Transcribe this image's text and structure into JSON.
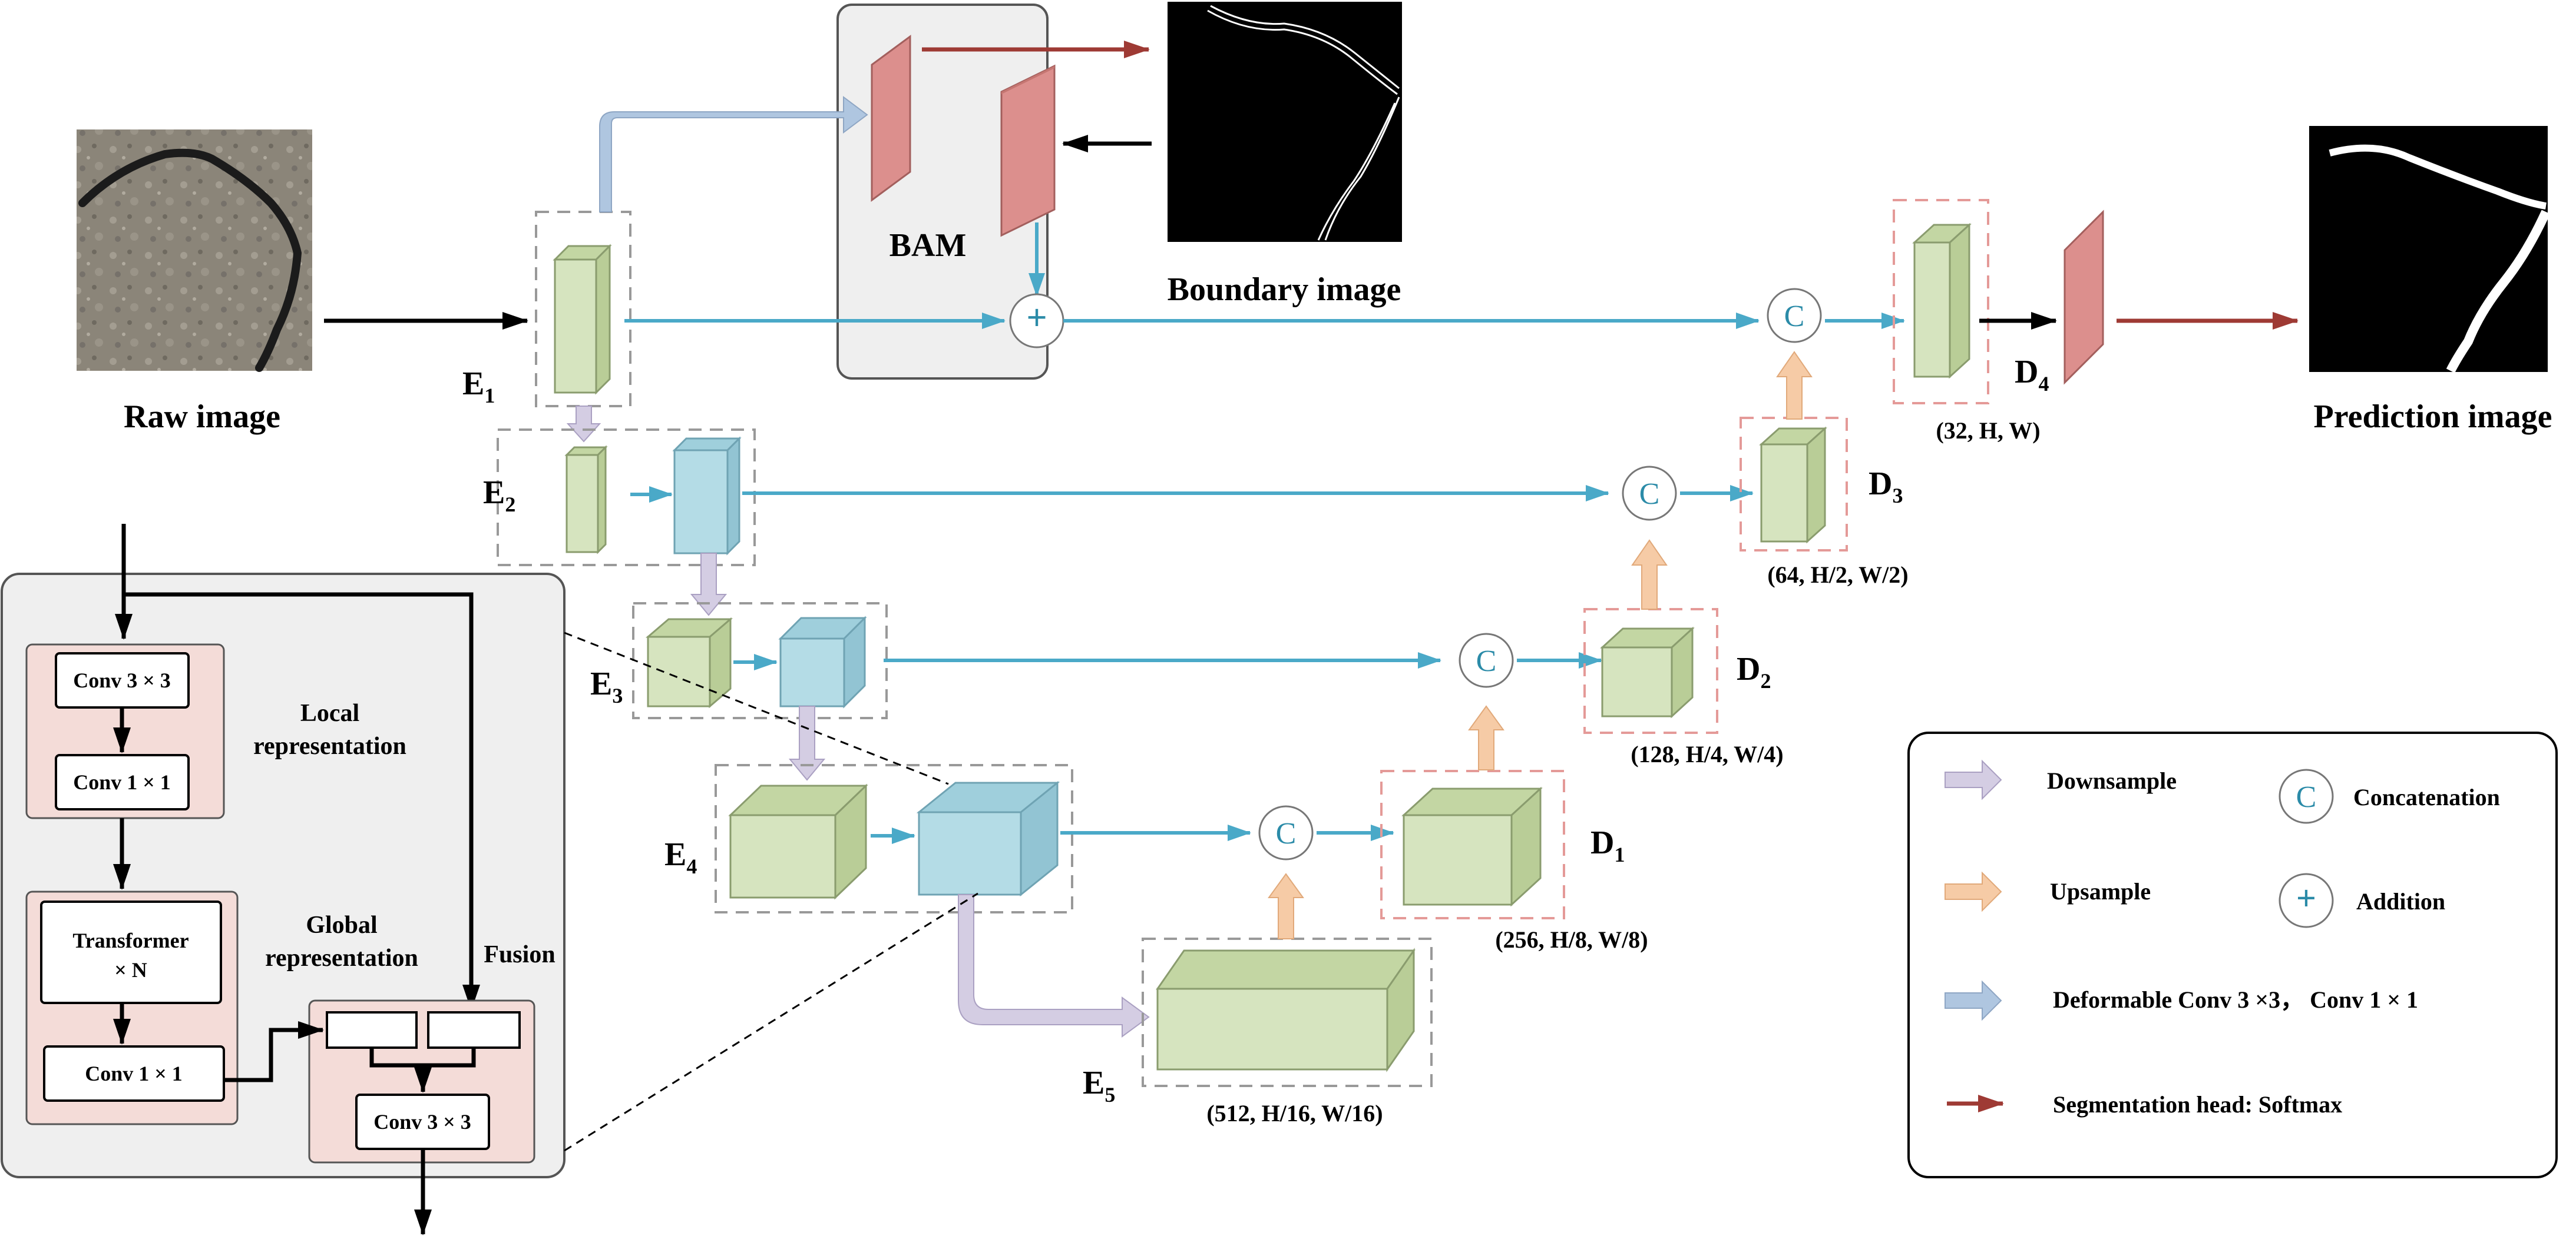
{
  "inputs": {
    "raw_caption": "Raw image",
    "boundary_caption": "Boundary image",
    "prediction_caption": "Prediction image",
    "bam_label": "BAM"
  },
  "encoder": {
    "e1": {
      "main": "E",
      "sub": "1"
    },
    "e2": {
      "main": "E",
      "sub": "2"
    },
    "e3": {
      "main": "E",
      "sub": "3"
    },
    "e4": {
      "main": "E",
      "sub": "4"
    },
    "e5": {
      "main": "E",
      "sub": "5"
    },
    "e5_dims": "(512, H/16, W/16)"
  },
  "decoder": {
    "d1": {
      "main": "D",
      "sub": "1",
      "dims": "(256, H/8, W/8)"
    },
    "d2": {
      "main": "D",
      "sub": "2",
      "dims": "(128, H/4, W/4)"
    },
    "d3": {
      "main": "D",
      "sub": "3",
      "dims": "(64, H/2, W/2)"
    },
    "d4": {
      "main": "D",
      "sub": "4",
      "dims": "(32, H, W)"
    }
  },
  "concat_symbol": "C",
  "add_symbol": "+",
  "detail": {
    "conv3_top": "Conv 3 × 3",
    "conv1_top": "Conv 1 × 1",
    "local_label_1": "Local",
    "local_label_2": "representation",
    "transformer_1": "Transformer",
    "transformer_2": "× N",
    "global_label_1": "Global",
    "global_label_2": "representation",
    "conv1_bottom": "Conv 1 × 1",
    "fusion_label": "Fusion",
    "conv3_bottom": "Conv 3 × 3"
  },
  "legend": {
    "downsample": "Downsample",
    "upsample": "Upsample",
    "deformable": "Deformable Conv 3 ×3， Conv 1 × 1",
    "seg_head": "Segmentation head: Softmax",
    "concatenation": "Concatenation",
    "addition": "Addition"
  },
  "colors": {
    "green_block": "#d6e4bf",
    "blue_block": "#b4dce6",
    "red_block": "#dc8f8d",
    "skip_arrow": "#4aa9c8",
    "downsample_arrow": "#d4cde3",
    "upsample_arrow": "#f6cba6",
    "deformable_arrow": "#afc6e0",
    "seg_head_arrow": "#9e3a34",
    "module_pink": "#f4dcd8"
  }
}
